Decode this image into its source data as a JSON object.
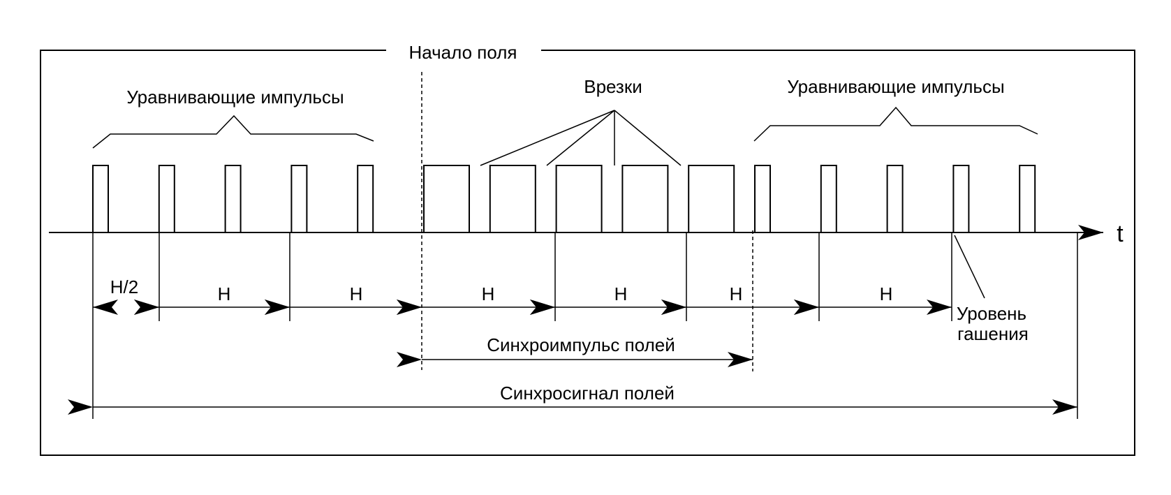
{
  "labels": {
    "field_start": "Начало поля",
    "equalizing_left": "Уравнивающие импульсы",
    "equalizing_right": "Уравнивающие импульсы",
    "serrations": "Врезки",
    "time_axis": "t",
    "half_line": "H/2",
    "line_period": "H",
    "field_sync_pulse": "Синхроимпульс полей",
    "field_sync_signal": "Синхросигнал полей",
    "blanking_level_line1": "Уровень",
    "blanking_level_line2": "гашения"
  },
  "pulse_train": [
    {
      "kind": "equalizing"
    },
    {
      "kind": "equalizing"
    },
    {
      "kind": "equalizing"
    },
    {
      "kind": "equalizing"
    },
    {
      "kind": "equalizing"
    },
    {
      "kind": "broad"
    },
    {
      "kind": "broad"
    },
    {
      "kind": "broad"
    },
    {
      "kind": "broad"
    },
    {
      "kind": "broad"
    },
    {
      "kind": "equalizing"
    },
    {
      "kind": "equalizing"
    },
    {
      "kind": "equalizing"
    },
    {
      "kind": "equalizing"
    },
    {
      "kind": "equalizing"
    }
  ],
  "colors": {
    "line": "#000000",
    "background": "#ffffff"
  }
}
